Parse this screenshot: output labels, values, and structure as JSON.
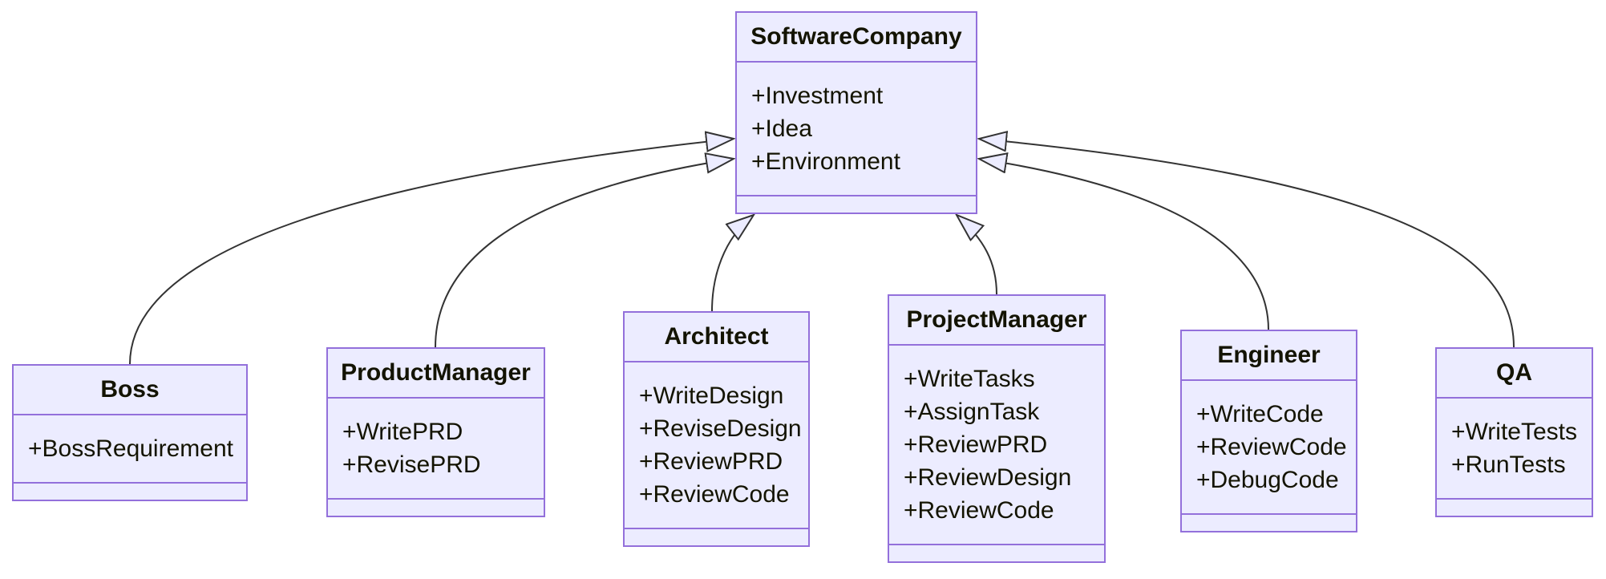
{
  "diagram": {
    "type": "uml-class-diagram",
    "colors": {
      "node_fill": "#ECECFF",
      "node_border": "#9370DB",
      "edge_line": "#333333",
      "text": "#131300",
      "background": "#ffffff"
    },
    "arrow_style": "hollow-triangle-inheritance",
    "classes": [
      {
        "name": "SoftwareCompany",
        "attributes": [
          "+Investment",
          "+Idea",
          "+Environment"
        ],
        "methods": []
      },
      {
        "name": "Boss",
        "attributes": [
          "+BossRequirement"
        ],
        "methods": []
      },
      {
        "name": "ProductManager",
        "attributes": [
          "+WritePRD",
          "+RevisePRD"
        ],
        "methods": []
      },
      {
        "name": "Architect",
        "attributes": [
          "+WriteDesign",
          "+ReviseDesign",
          "+ReviewPRD",
          "+ReviewCode"
        ],
        "methods": []
      },
      {
        "name": "ProjectManager",
        "attributes": [
          "+WriteTasks",
          "+AssignTask",
          "+ReviewPRD",
          "+ReviewDesign",
          "+ReviewCode"
        ],
        "methods": []
      },
      {
        "name": "Engineer",
        "attributes": [
          "+WriteCode",
          "+ReviewCode",
          "+DebugCode"
        ],
        "methods": []
      },
      {
        "name": "QA",
        "attributes": [
          "+WriteTests",
          "+RunTests"
        ],
        "methods": []
      }
    ],
    "relationships": [
      {
        "child": "Boss",
        "parent": "SoftwareCompany",
        "type": "inheritance"
      },
      {
        "child": "ProductManager",
        "parent": "SoftwareCompany",
        "type": "inheritance"
      },
      {
        "child": "Architect",
        "parent": "SoftwareCompany",
        "type": "inheritance"
      },
      {
        "child": "ProjectManager",
        "parent": "SoftwareCompany",
        "type": "inheritance"
      },
      {
        "child": "Engineer",
        "parent": "SoftwareCompany",
        "type": "inheritance"
      },
      {
        "child": "QA",
        "parent": "SoftwareCompany",
        "type": "inheritance"
      }
    ]
  }
}
